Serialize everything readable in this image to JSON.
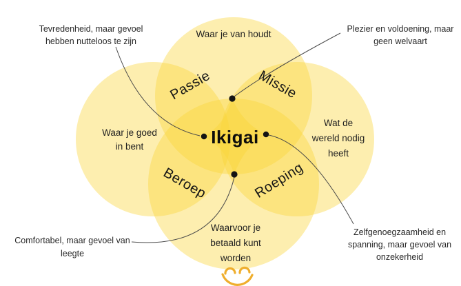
{
  "diagram_title": "Ikigai",
  "colors": {
    "circle_fill": "#FAD437",
    "connector_line": "#4A4A4A",
    "dot": "#141414",
    "smiley": "#EFAE2D",
    "text": "#1F1F1F",
    "background": "#FFFFFF"
  },
  "venn": {
    "center_label": "Ikigai",
    "circles": {
      "top": {
        "name": "what-you-love",
        "lines": [
          "Waar je van houdt"
        ]
      },
      "left": {
        "name": "what-you-are-good-at",
        "lines": [
          "Waar je goed",
          "in bent"
        ]
      },
      "right": {
        "name": "what-the-world-needs",
        "lines": [
          "Wat de",
          "wereld nodig",
          "heeft"
        ]
      },
      "bottom": {
        "name": "what-you-can-be-paid-for",
        "lines": [
          "Waarvoor je",
          "betaald kunt",
          "worden"
        ]
      }
    },
    "overlaps": {
      "top_left": "Passie",
      "top_right": "Missie",
      "bottom_left": "Beroep",
      "bottom_right": "Roeping"
    }
  },
  "callouts": {
    "top_left": {
      "lines": [
        "Tevredenheid, maar gevoel",
        "hebben nutteloos te zijn"
      ],
      "points_to": "left-dot"
    },
    "top_right": {
      "lines": [
        "Plezier en voldoening, maar",
        "geen welvaart"
      ],
      "points_to": "top-dot"
    },
    "bottom_left": {
      "lines": [
        "Comfortabel, maar gevoel van",
        "leegte"
      ],
      "points_to": "bottom-dot"
    },
    "bottom_right": {
      "lines": [
        "Zelfgenoegzaamheid en",
        "spanning, maar gevoel van",
        "onzekerheid"
      ],
      "points_to": "right-dot"
    }
  },
  "smiley": "happy-closed-eyes-smile"
}
